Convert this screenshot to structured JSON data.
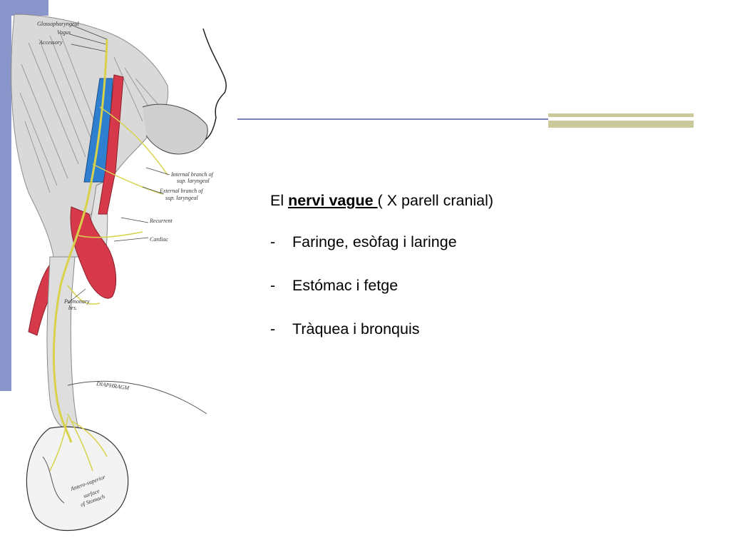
{
  "colors": {
    "sidebar": "#8a95cc",
    "rule": "#7b7fb8",
    "accent_block": "#c9c99c",
    "artery": "#d63a4a",
    "vein": "#2f7fd0",
    "nerve": "#d8d24a",
    "tissue": "#bdbdbd"
  },
  "figure_labels": {
    "glossopharyngeal": "Glossopharyngeal",
    "vagus": "Vagus",
    "accessory": "Accessory",
    "internal_branch": "Internal branch of",
    "internal_branch_2": "sup. laryngeal",
    "external_branch": "External branch of",
    "external_branch_2": "sup. laryngeal",
    "recurrent": "Recurrent",
    "cardiac": "Cardiac",
    "pulmonary": "Pulmonary",
    "pulmonary_2": "brs.",
    "diaphragm": "DIAPHRAGM",
    "stomach_1": "Antero-superior",
    "stomach_2": "surface",
    "stomach_3": "of Stomach"
  },
  "content": {
    "title_prefix": "El ",
    "title_term": "nervi vague ",
    "title_suffix": " ( X parell cranial)",
    "bullet_marker": "-",
    "bullets": [
      "Faringe, esòfag i laringe",
      "Estómac i fetge",
      "Tràquea i bronquis"
    ]
  }
}
